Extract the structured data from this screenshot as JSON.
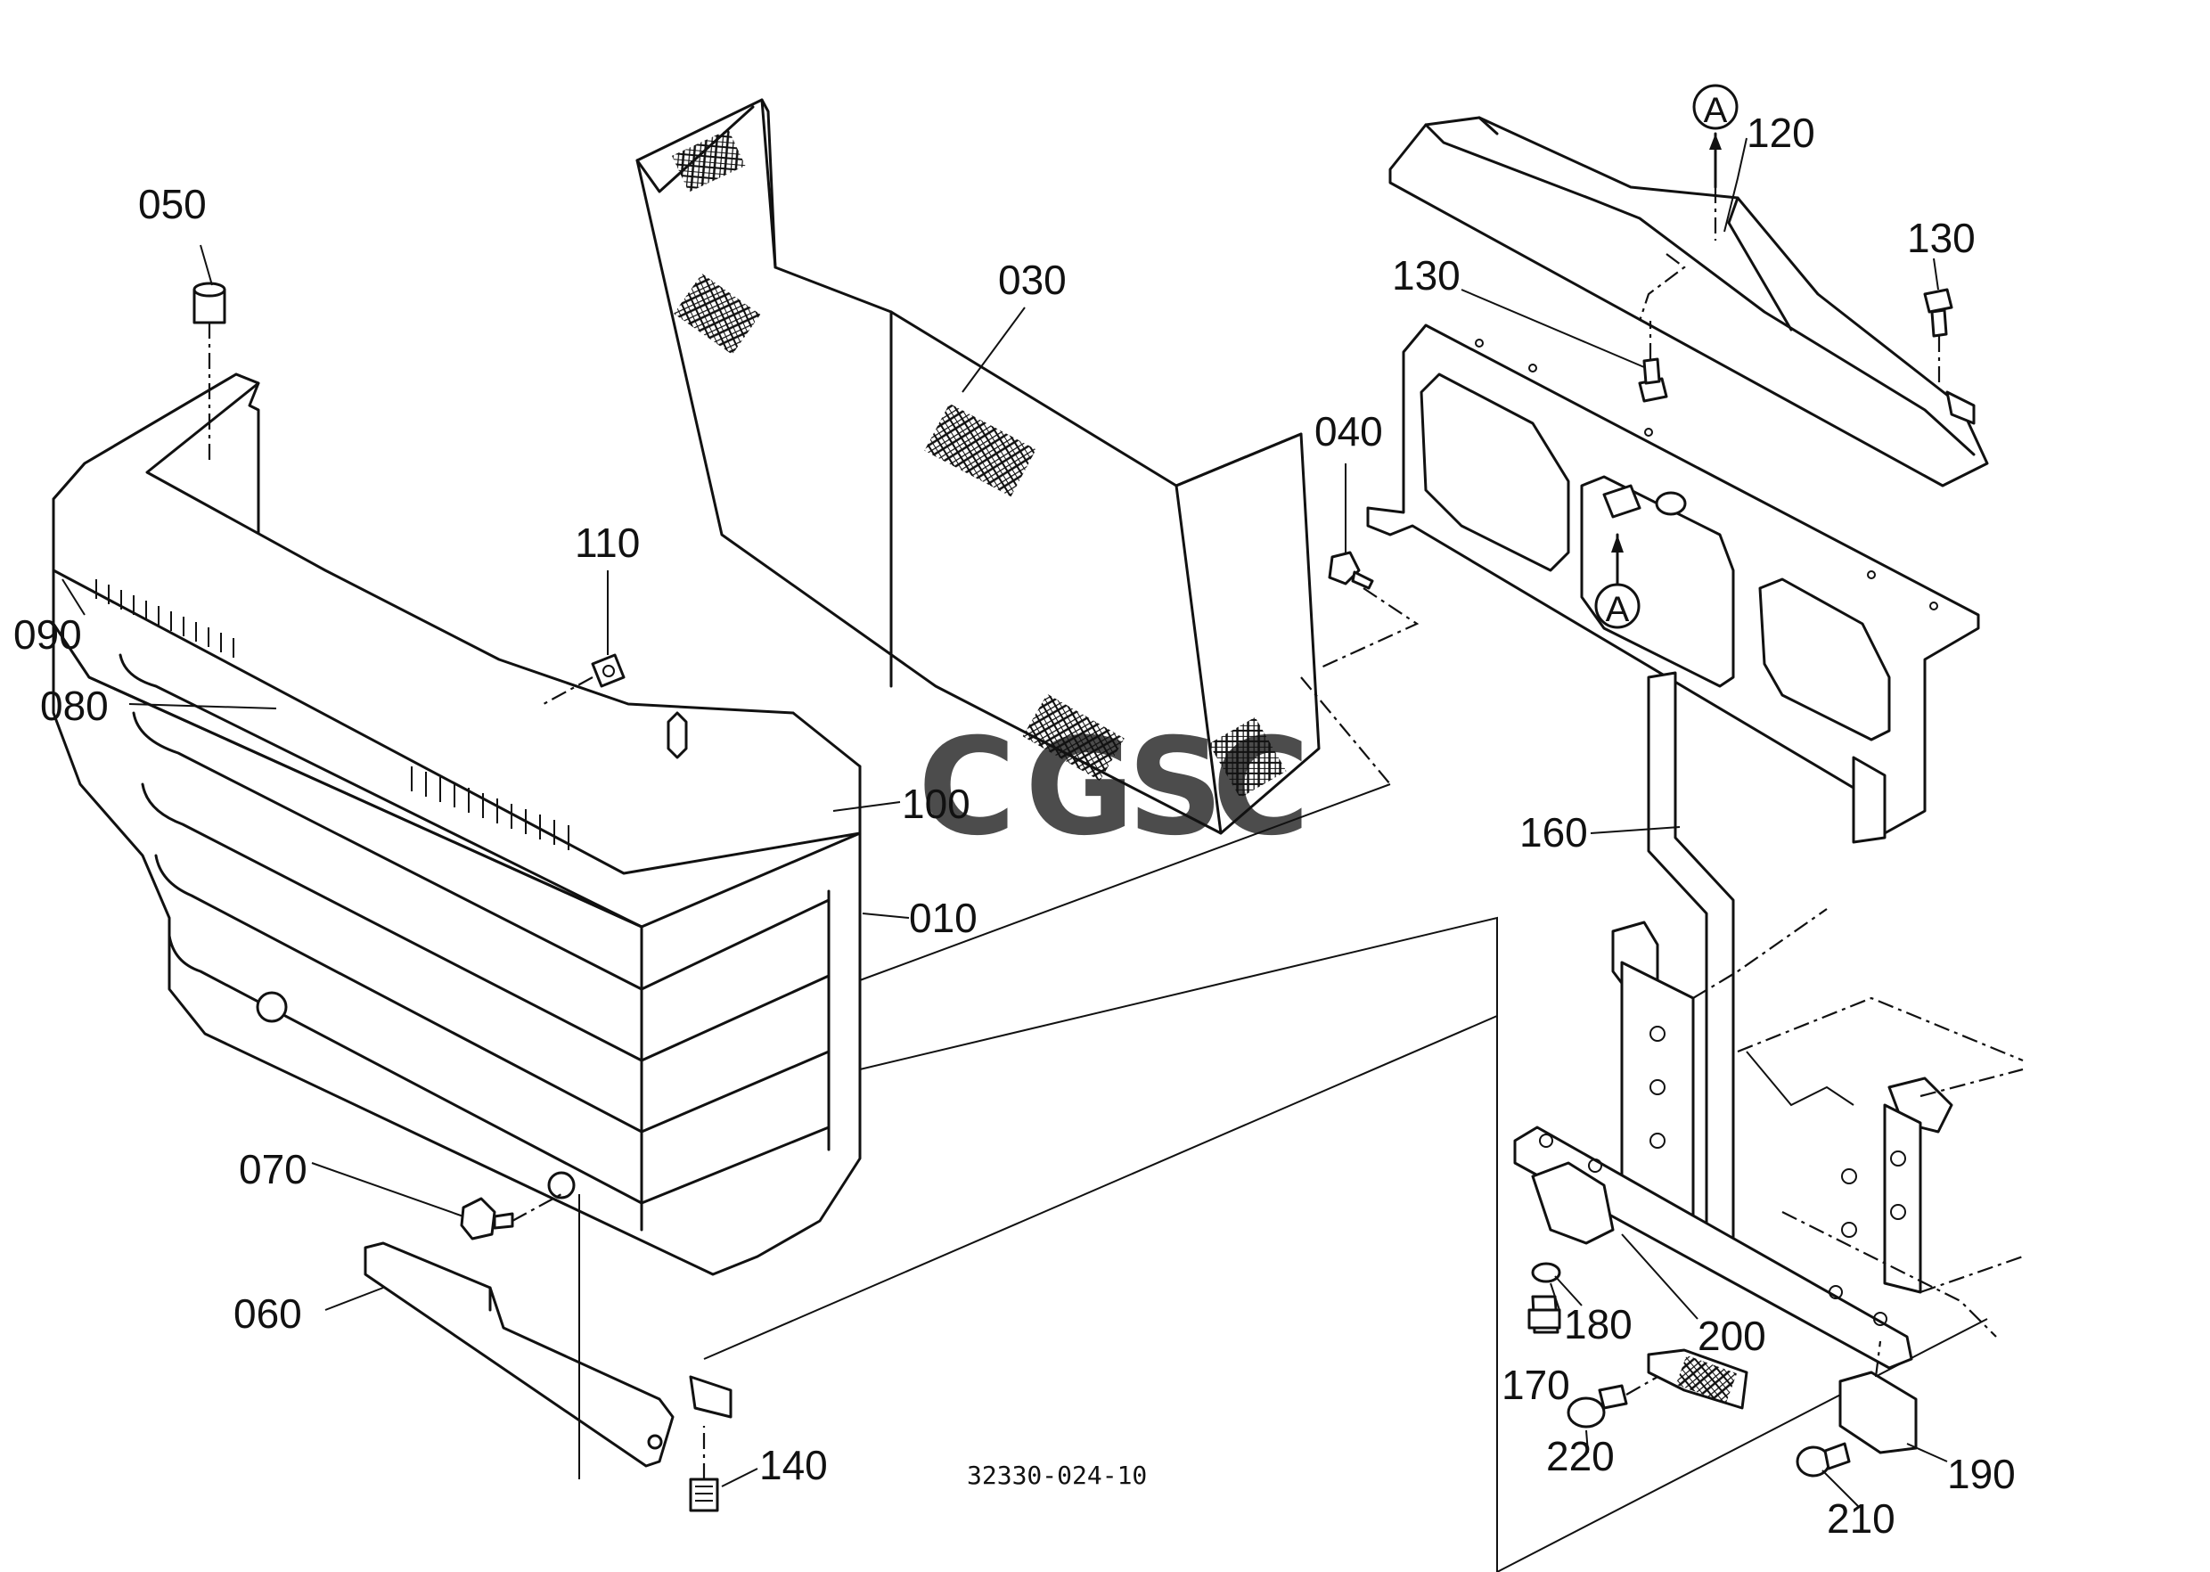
{
  "callouts": [
    {
      "id": "010",
      "text": "010"
    },
    {
      "id": "030",
      "text": "030"
    },
    {
      "id": "040",
      "text": "040"
    },
    {
      "id": "050",
      "text": "050"
    },
    {
      "id": "060",
      "text": "060"
    },
    {
      "id": "070",
      "text": "070"
    },
    {
      "id": "080",
      "text": "080"
    },
    {
      "id": "090",
      "text": "090"
    },
    {
      "id": "100",
      "text": "100"
    },
    {
      "id": "110",
      "text": "110"
    },
    {
      "id": "120",
      "text": "120"
    },
    {
      "id": "130a",
      "text": "130"
    },
    {
      "id": "130b",
      "text": "130"
    },
    {
      "id": "140",
      "text": "140"
    },
    {
      "id": "160",
      "text": "160"
    },
    {
      "id": "170",
      "text": "170"
    },
    {
      "id": "180",
      "text": "180"
    },
    {
      "id": "190",
      "text": "190"
    },
    {
      "id": "200",
      "text": "200"
    },
    {
      "id": "210",
      "text": "210"
    },
    {
      "id": "220",
      "text": "220"
    }
  ],
  "markers": {
    "a_top": "A",
    "a_bottom": "A"
  },
  "drawing_code": "32330-024-10",
  "watermark": {
    "letters": [
      "C",
      "G",
      "S",
      "C"
    ],
    "colors": [
      "#4a8ff0",
      "#ee5a5a",
      "#f6c94a",
      "#3aaa78"
    ]
  }
}
